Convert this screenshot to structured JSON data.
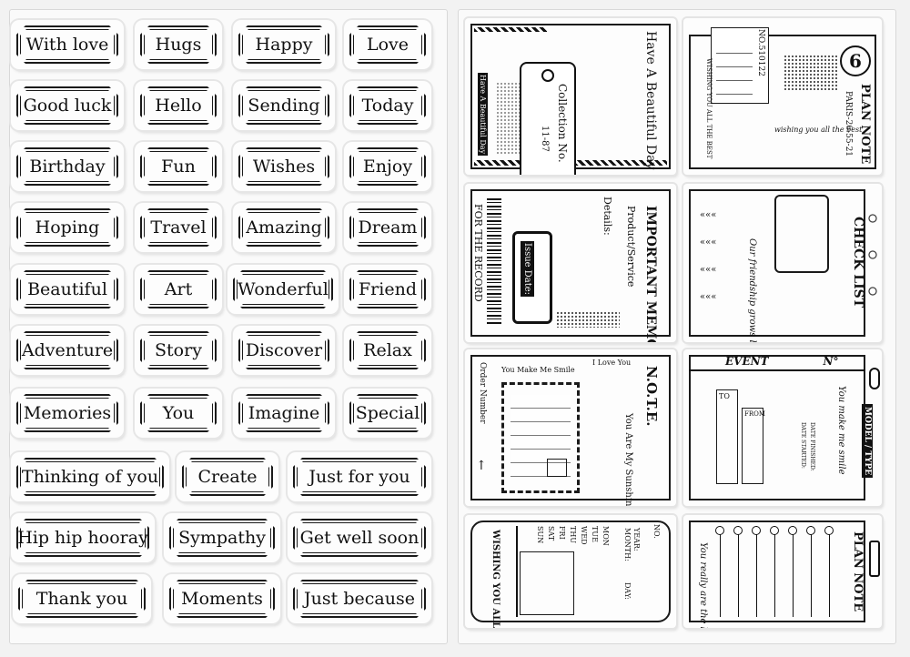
{
  "stamps": [
    "With love",
    "Hugs",
    "Happy",
    "Love",
    "Good luck",
    "Hello",
    "Sending",
    "Today",
    "Birthday",
    "Fun",
    "Wishes",
    "Enjoy",
    "Hoping",
    "Travel",
    "Amazing",
    "Dream",
    "Beautiful",
    "Art",
    "Wonderful",
    "Friend",
    "Adventure",
    "Story",
    "Discover",
    "Relax",
    "Memories",
    "You",
    "Imagine",
    "Special",
    "Thinking of you",
    "Create",
    "Just for you",
    "Hip hip hooray",
    "Sympathy",
    "Get well soon",
    "Thank you",
    "Moments",
    "Just because"
  ],
  "cards": {
    "beautiful_day": {
      "title": "Have A Beautiful Day",
      "tag": "Collection No.",
      "tag_num": "11-87",
      "side": "Have A Beautiful Day"
    },
    "plan_note_1": {
      "no": "NO.510122",
      "title": "PLAN NOTE",
      "sub": "PARIS-26-55-21",
      "badge": "6",
      "script": "wishing you all the best",
      "wishes": "WISHING YOU ALL THE BEST"
    },
    "memo": {
      "title": "IMPORTANT MEMO",
      "sub": "Product/Service",
      "details": "Details:",
      "record": "FOR THE RECORD",
      "issue": "Issue Date:"
    },
    "check_list": {
      "title": "CHECK LIST",
      "script": "Our friendship grows brighter each day"
    },
    "note": {
      "title": "N.O.T.E.",
      "sub": "You Are My Sunshine",
      "order": "Order Number",
      "love": "I Love You",
      "smile": "You Make Me Smile"
    },
    "event": {
      "title": "EVENT",
      "no": "N°",
      "to": "TO",
      "from": "FROM",
      "model": "MODEL / TYPE",
      "script": "You make me smile",
      "started": "DATE STARTED:",
      "finished": "DATE FINISHED:"
    },
    "calendar": {
      "wish": "WISHING YOU ALL THE BEST",
      "days": [
        "SUN",
        "SAT",
        "FRI",
        "THU",
        "WED",
        "TUE",
        "MON"
      ],
      "year": "YEAR:",
      "month": "MONTH:",
      "no": "NO.",
      "day": "DAY:"
    },
    "plan_note_2": {
      "title": "PLAN NOTE",
      "script": "You really are the best"
    }
  }
}
